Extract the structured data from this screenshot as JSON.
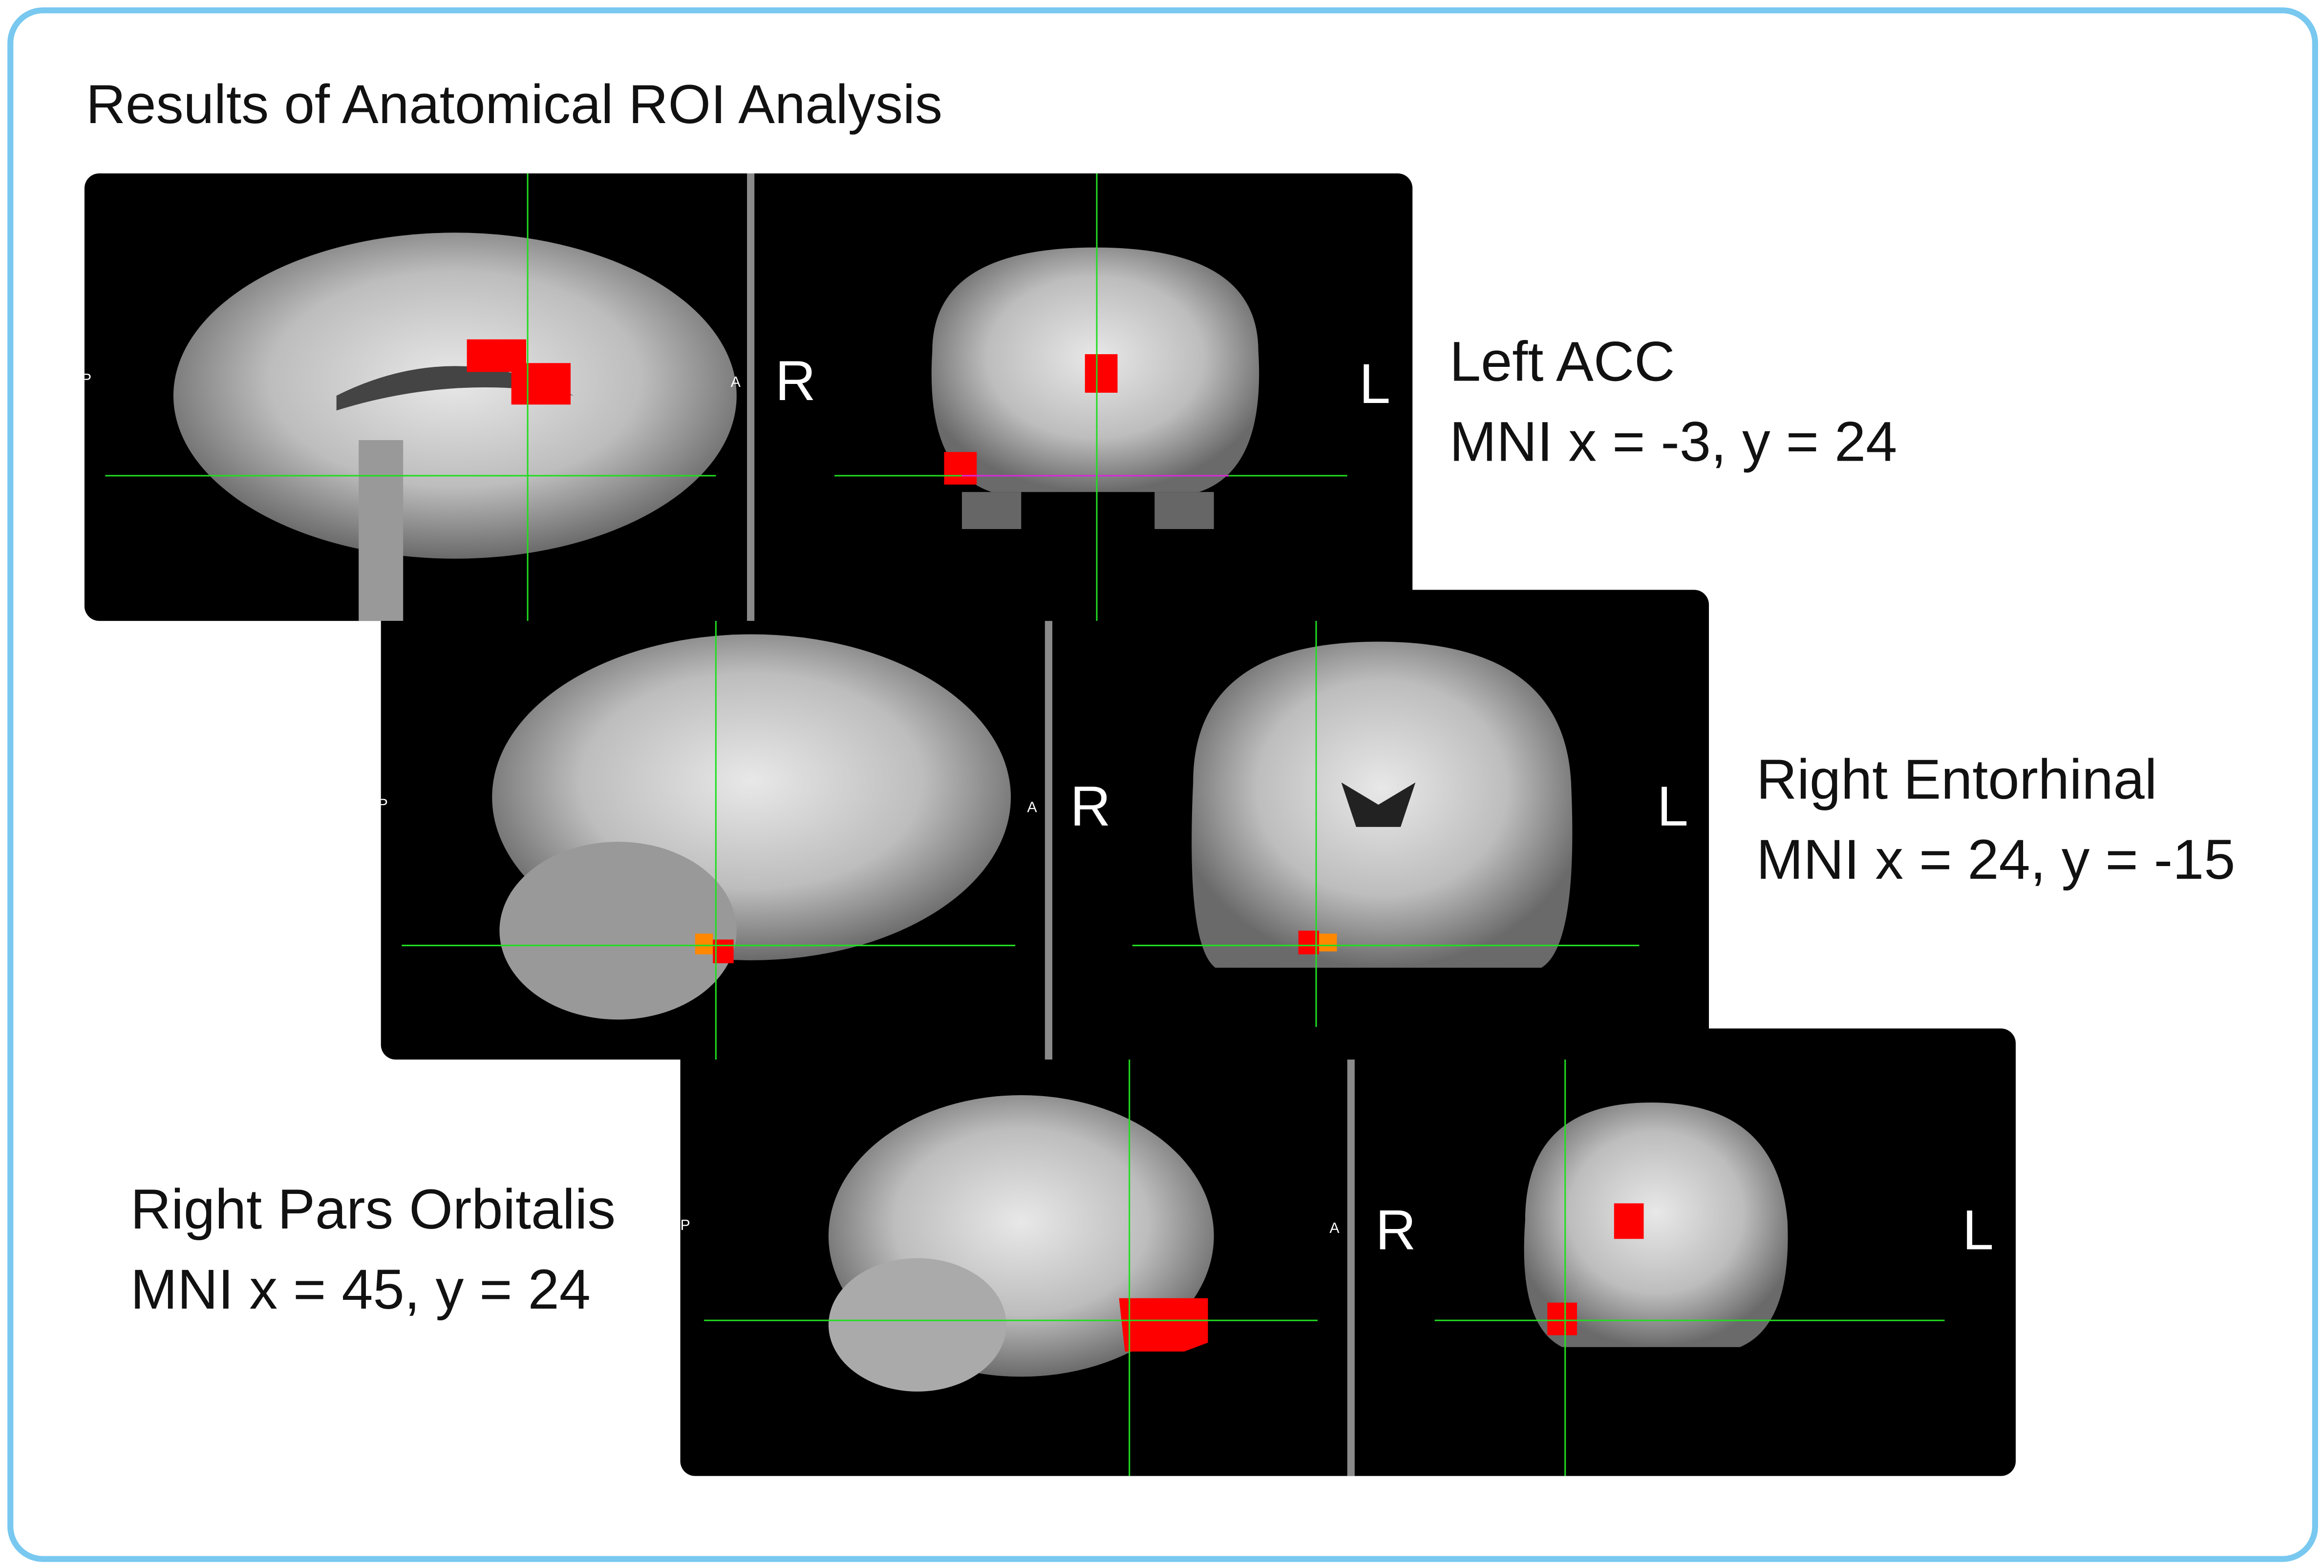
{
  "title": "Results of Anatomical ROI Analysis",
  "orientation": {
    "posterior": "P",
    "anterior": "A",
    "right": "R",
    "left": "L"
  },
  "colors": {
    "frame": "#78c8f0",
    "roi": "#ff0000",
    "crosshair": "#22dd22",
    "cursor": "#dd22dd"
  },
  "panels": [
    {
      "region": "Left ACC",
      "coords": "MNI x = -3, y = 24"
    },
    {
      "region": "Right Entorhinal",
      "coords": "MNI x = 24, y = -15"
    },
    {
      "region": "Right Pars Orbitalis",
      "coords": "MNI x = 45, y = 24"
    }
  ]
}
